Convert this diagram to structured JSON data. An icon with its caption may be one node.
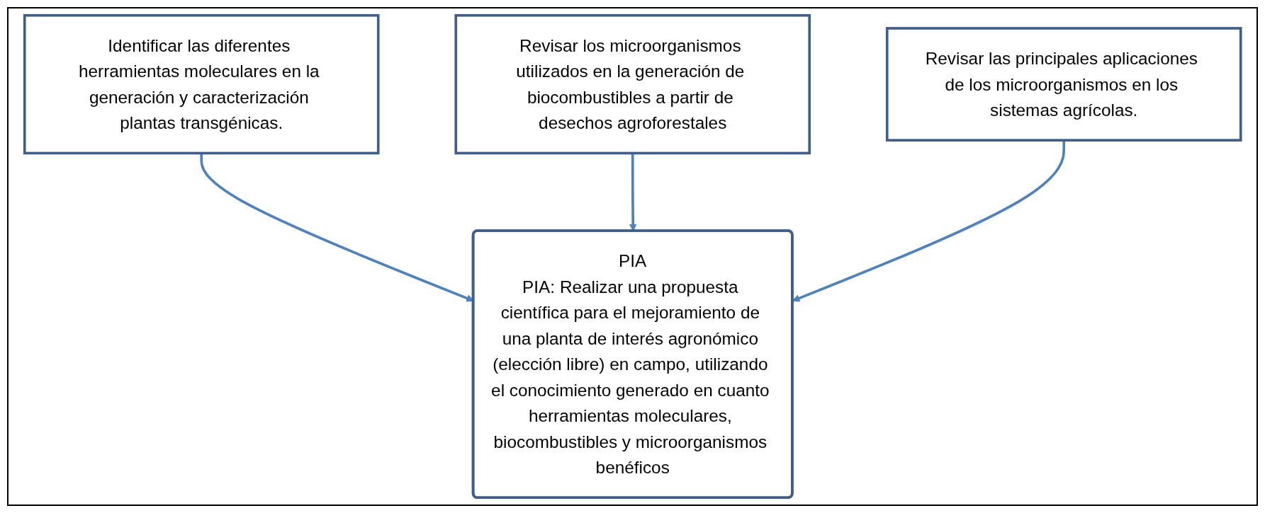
{
  "diagram": {
    "nodes": [
      {
        "text": [
          "Identificar las diferentes herramientas moleculares en la generación y caracterización plantas transgénicas."
        ]
      },
      {
        "text": [
          "Revisar los microorganismos utilizados en la generación de biocombustibles a partir de desechos agroforestales"
        ]
      },
      {
        "text": [
          "Revisar las principales aplicaciones de los microorganismos en los sistemas agrícolas."
        ]
      },
      {
        "text": [
          "PIA",
          "PIA: Realizar una propuesta científica para el mejoramiento de una planta de interés agronómico (elección libre) en campo, utilizando el conocimiento generado en cuanto herramientas moleculares, biocombustibles y microorganismos benéficos"
        ]
      }
    ],
    "edges": [
      {
        "from": 0,
        "to": 3,
        "arrow": "to"
      },
      {
        "from": 1,
        "to": 3,
        "arrow": "to"
      },
      {
        "from": 2,
        "to": 3,
        "arrow": "to"
      }
    ]
  }
}
